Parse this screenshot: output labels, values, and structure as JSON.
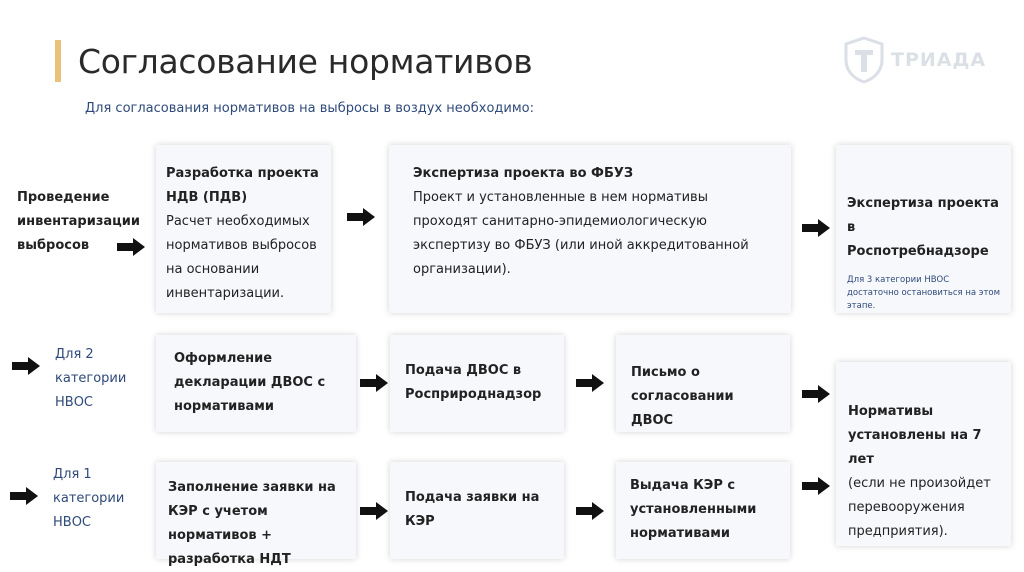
{
  "title": "Согласование нормативов",
  "subtitle": "Для согласования нормативов на выбросы в воздух необходимо:",
  "logo": {
    "text": "ТРИАДА",
    "icon": "shield-icon"
  },
  "row1": {
    "lead": [
      "Проведение",
      "инвентаризации",
      "выбросов"
    ],
    "box1": {
      "title": "Разработка проекта НДВ (ПДВ)",
      "text": "Расчет необходимых нормативов выбросов на основании инвентаризации."
    },
    "box2": {
      "title": "Экспертиза проекта во ФБУЗ",
      "text": "Проект и установленные в нем нормативы проходят санитарно-эпидемиологическую экспертизу во ФБУЗ (или иной аккредитованной организации)."
    },
    "box3": {
      "title": "Экспертиза проекта в Роспотребнадзоре",
      "note": "Для 3 категории НВОС достаточно остановиться на этом этапе."
    }
  },
  "row2": {
    "lead": [
      "Для 2",
      "категории",
      "НВОС"
    ],
    "box1": "Оформление декларации ДВОС с нормативами",
    "box2": "Подача ДВОС в Росприроднадзор",
    "box3": "Письмо о согласовании ДВОС"
  },
  "row3": {
    "lead": [
      "Для 1",
      "категории",
      "НВОС"
    ],
    "box1": "Заполнение заявки на КЭР с учетом нормативов + разработка НДТ",
    "box2": "Подача заявки на КЭР",
    "box3": "Выдача КЭР с установленными нормативами"
  },
  "final": {
    "bold": "Нормативы установлены на 7 лет",
    "text": "(если не произойдет перевооружения предприятия)."
  }
}
